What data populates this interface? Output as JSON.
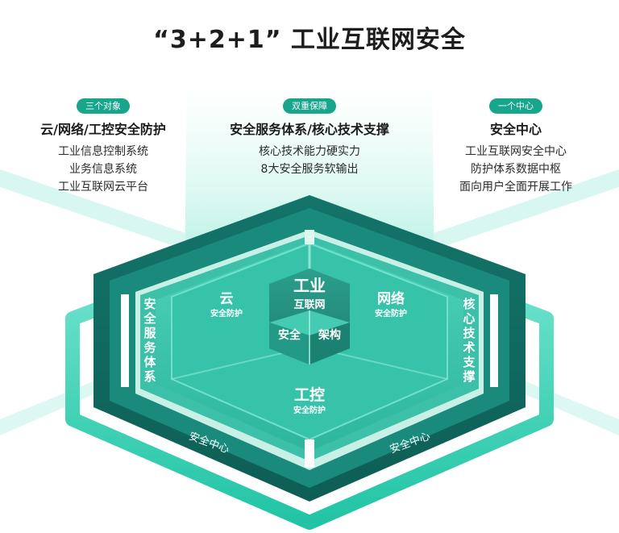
{
  "title": "“3+2+1” 工业互联网安全",
  "columns": [
    {
      "tag": "三个对象",
      "heading": "云/网络/工控安全防护",
      "lines": [
        "工业信息控制系统",
        "业务信息系统",
        "工业互联网云平台"
      ]
    },
    {
      "tag": "双重保障",
      "heading": "安全服务体系/核心技术支撑",
      "lines": [
        "核心技术能力硬实力",
        "8大安全服务软输出"
      ]
    },
    {
      "tag": "一个中心",
      "heading": "安全中心",
      "lines": [
        "工业互联网安全中心",
        "防护体系数据中枢",
        "面向用户全面开展工作"
      ]
    }
  ],
  "diagram": {
    "center_top": "工业",
    "center_sub": "互联网",
    "center_a": "安全",
    "center_b": "架构",
    "cloud": "云",
    "cloud_sub": "安全防护",
    "network": "网络",
    "network_sub": "安全防护",
    "ics": "工控",
    "ics_sub": "安全防护",
    "left_wall": [
      "安",
      "全",
      "服",
      "务",
      "体",
      "系"
    ],
    "right_wall": [
      "核",
      "心",
      "技",
      "术",
      "支",
      "撑"
    ],
    "base_left": "安全中心",
    "base_right": "安全中心"
  },
  "colors": {
    "accent": "#17a58c",
    "dark": "#0f6b61",
    "mid": "#1f8f80",
    "light": "#3fc8b0",
    "glow": "#a6f0e2"
  }
}
